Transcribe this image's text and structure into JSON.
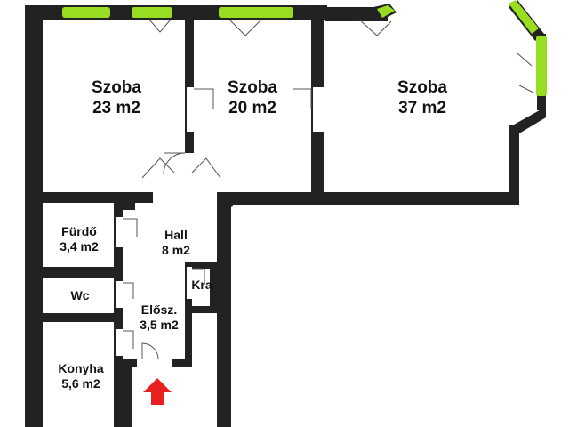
{
  "rooms": {
    "szoba1": {
      "name": "Szoba",
      "area": "23 m2"
    },
    "szoba2": {
      "name": "Szoba",
      "area": "20 m2"
    },
    "szoba3": {
      "name": "Szoba",
      "area": "37 m2"
    },
    "furdo": {
      "name": "Fürdő",
      "area": "3,4 m2"
    },
    "hall": {
      "name": "Hall",
      "area": "8 m2"
    },
    "wc": {
      "name": "Wc"
    },
    "kamra": {
      "name": "Kra"
    },
    "eloszoba": {
      "name": "Elősz.",
      "area": "3,5 m2"
    },
    "konyha": {
      "name": "Konyha",
      "area": "5,6 m2"
    }
  },
  "colors": {
    "wall": "#222222",
    "window": "#99dd22",
    "entrance_arrow": "#e82020"
  }
}
